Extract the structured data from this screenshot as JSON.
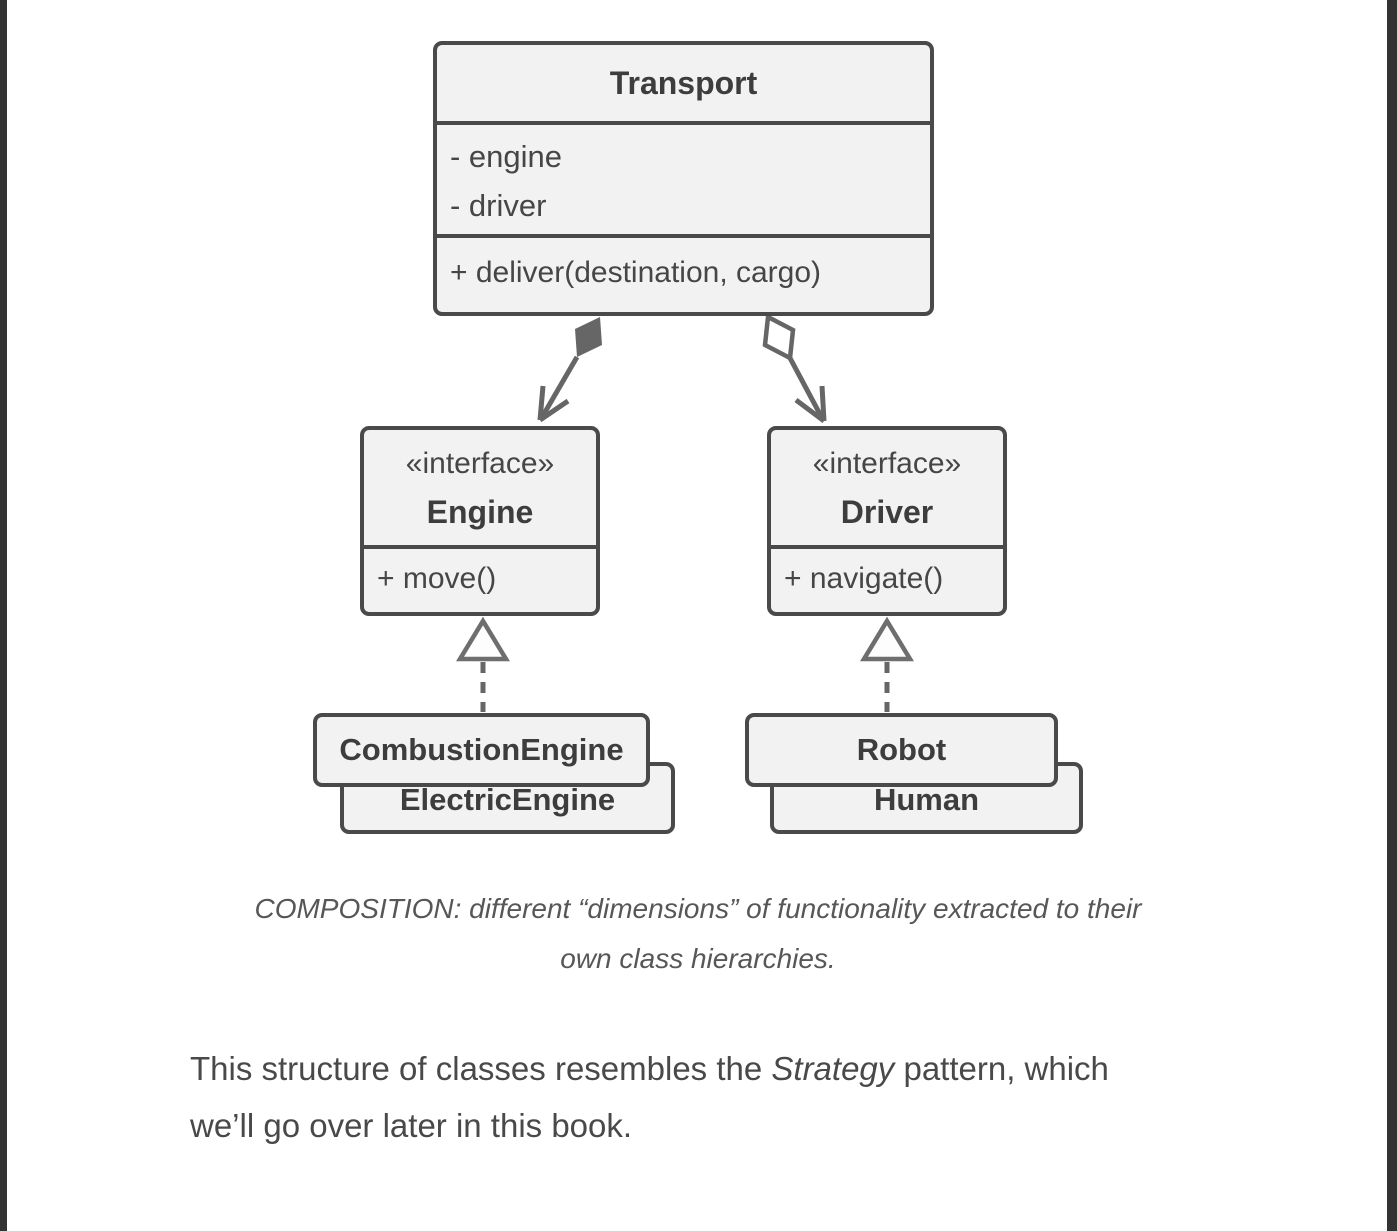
{
  "diagram": {
    "transport": {
      "title": "Transport",
      "fields": [
        "- engine",
        "- driver"
      ],
      "method": "+ deliver(destination, cargo)"
    },
    "engine": {
      "stereotype": "«interface»",
      "title": "Engine",
      "method": "+ move()"
    },
    "driver": {
      "stereotype": "«interface»",
      "title": "Driver",
      "method": "+ navigate()"
    },
    "engine_impls": {
      "front": "CombustionEngine",
      "back": "ElectricEngine"
    },
    "driver_impls": {
      "front": "Robot",
      "back": "Human"
    }
  },
  "caption": {
    "line1": "COMPOSITION: different “dimensions” of functionality extracted to their",
    "line2": "own class hierarchies."
  },
  "body": {
    "prefix": "This structure of classes resembles the ",
    "italic": "Strategy",
    "suffix": " pattern, which",
    "line2": "we’ll go over later in this book."
  },
  "colors": {
    "page_bg": "#ffffff",
    "edge_bar": "#333333",
    "box_border": "#4a4a4a",
    "box_fill": "#f2f2f2",
    "connector": "#666666",
    "text": "#404040"
  }
}
